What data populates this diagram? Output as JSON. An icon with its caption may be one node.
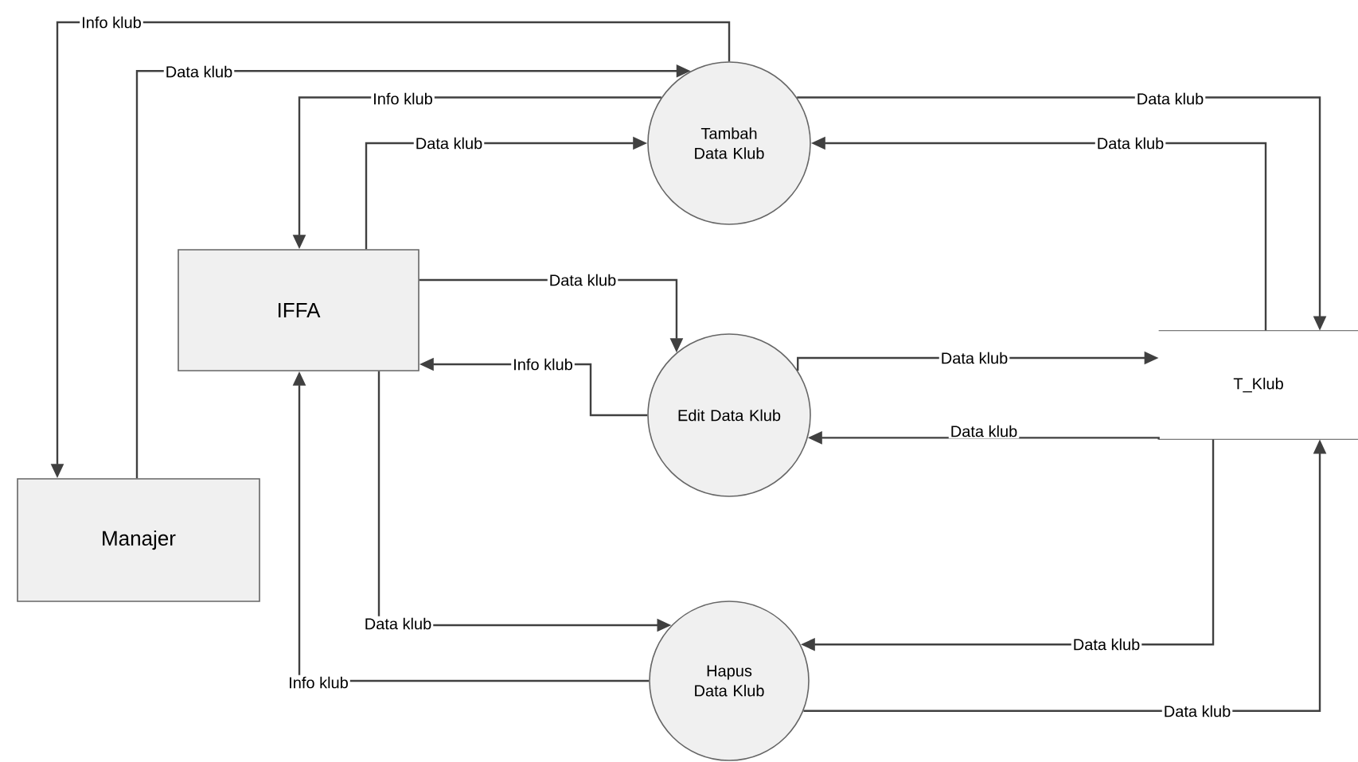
{
  "diagram": {
    "nodes": [
      {
        "text": [
          "Manajer"
        ]
      },
      {
        "text": [
          "IFFA"
        ]
      },
      {
        "text": [
          "Tambah Data Klub"
        ]
      },
      {
        "text": [
          "Edit Data Klub"
        ]
      },
      {
        "text": [
          "Hapus Data Klub"
        ]
      },
      {
        "text": [
          "T_Klub"
        ]
      }
    ],
    "edges": [
      {
        "from": 2,
        "to": 0,
        "arrow": "to",
        "label": "Info klub"
      },
      {
        "from": 0,
        "to": 2,
        "arrow": "to",
        "label": "Data klub"
      },
      {
        "from": 2,
        "to": 1,
        "arrow": "to",
        "label": "Info klub"
      },
      {
        "from": 1,
        "to": 2,
        "arrow": "to",
        "label": "Data klub"
      },
      {
        "from": 2,
        "to": 5,
        "arrow": "to",
        "label": "Data klub"
      },
      {
        "from": 5,
        "to": 2,
        "arrow": "to",
        "label": "Data klub"
      },
      {
        "from": 1,
        "to": 3,
        "arrow": "to",
        "label": "Data klub"
      },
      {
        "from": 3,
        "to": 1,
        "arrow": "to",
        "label": "Info klub"
      },
      {
        "from": 3,
        "to": 5,
        "arrow": "to",
        "label": "Data klub"
      },
      {
        "from": 5,
        "to": 3,
        "arrow": "to",
        "label": "Data klub"
      },
      {
        "from": 1,
        "to": 4,
        "arrow": "to",
        "label": "Data klub"
      },
      {
        "from": 4,
        "to": 1,
        "arrow": "to",
        "label": "Info klub"
      },
      {
        "from": 5,
        "to": 4,
        "arrow": "to",
        "label": "Data klub"
      },
      {
        "from": 4,
        "to": 5,
        "arrow": "to",
        "label": "Data klub"
      }
    ]
  }
}
